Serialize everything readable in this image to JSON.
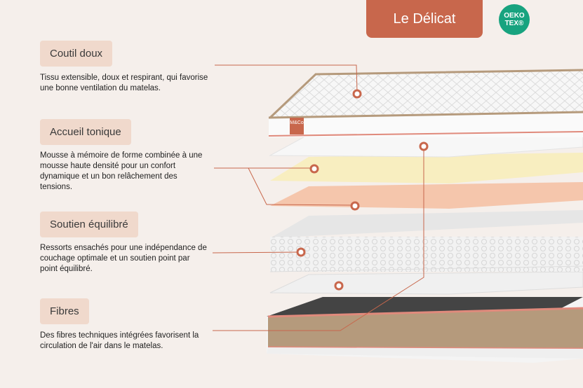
{
  "header": {
    "title": "Le Délicat",
    "badge_line1": "OEKO",
    "badge_line2": "TEX®"
  },
  "logo": {
    "text": "M&Co"
  },
  "layers": [
    {
      "label": "Coutil doux",
      "description": "Tissu extensible, doux et respirant, qui favorise une bonne ventilation du matelas."
    },
    {
      "label": "Accueil tonique",
      "description": "Mousse à mémoire de forme combinée à une mousse haute densité pour un confort dynamique et un bon relâchement des tensions."
    },
    {
      "label": "Soutien équilibré",
      "description": "Ressorts ensachés pour une indépendance de couchage optimale et un soutien point par point équilibré."
    },
    {
      "label": "Fibres",
      "description": "Des fibres techniques intégrées favorisent la circulation de l'air dans le matelas."
    }
  ],
  "colors": {
    "accent": "#c8674c",
    "pill_bg": "#f0d9cc",
    "background": "#f5efeb",
    "oeko": "#18a37f"
  }
}
